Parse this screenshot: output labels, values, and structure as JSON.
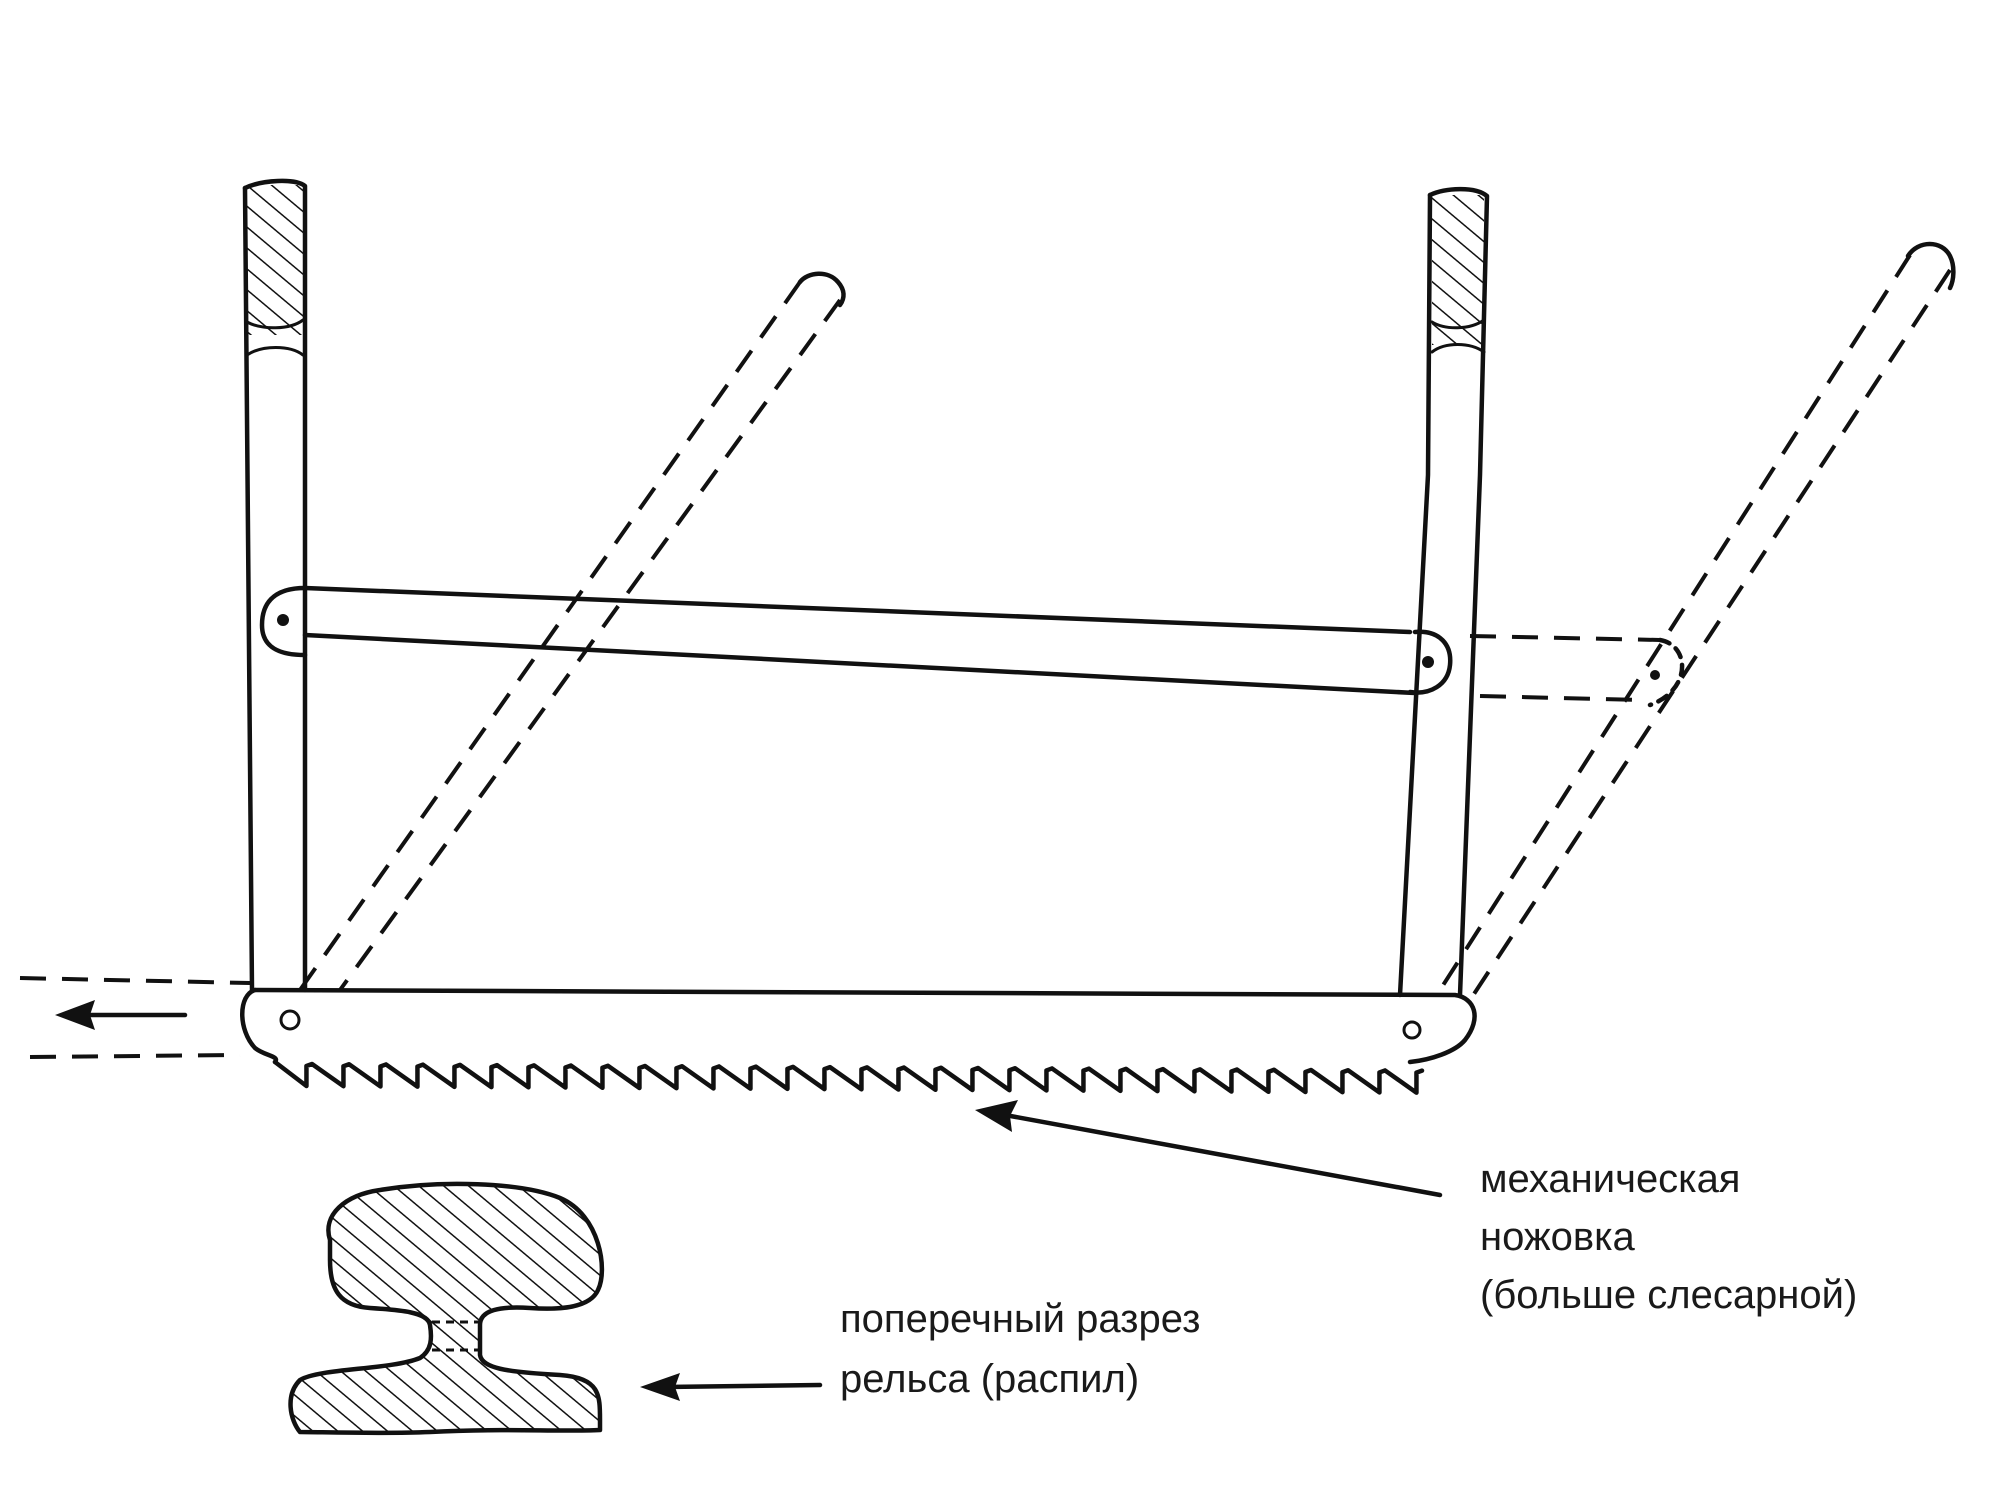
{
  "labels": {
    "saw_line1": "механическая",
    "saw_line2": "ножовка",
    "saw_line3": "(больше слесарной)",
    "section_line1": "поперечный разрез",
    "section_line2": "рельса  (распил)"
  },
  "colors": {
    "ink": "#111111",
    "background": "#ffffff",
    "text": "#1a1a1a"
  }
}
